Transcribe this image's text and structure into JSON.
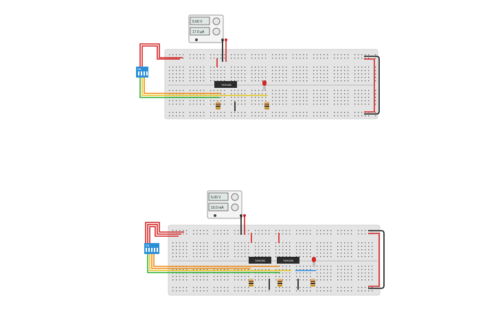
{
  "circuits": [
    {
      "power_supply": {
        "voltage": "5.00 V",
        "current": "17.0 µA"
      },
      "chips": [
        {
          "label": "74HC86"
        }
      ],
      "dip_switch": {
        "label": "ON"
      }
    },
    {
      "power_supply": {
        "voltage": "5.00 V",
        "current": "10.0 mA"
      },
      "chips": [
        {
          "label": "74HC86"
        },
        {
          "label": "74HC08"
        }
      ],
      "dip_switch": {
        "label": "ON"
      }
    }
  ],
  "colors": {
    "breadboard": "#e4e4e4",
    "hole": "#555555",
    "wire_red": "#d42020",
    "wire_black": "#111111",
    "wire_orange": "#ee8a10",
    "wire_yellow": "#e8c618",
    "wire_green": "#2fae2f",
    "wire_blue": "#2c8fe0",
    "dip_switch": "#2a8fd8",
    "chip": "#2b2b2b",
    "led_red": "#d12727"
  }
}
